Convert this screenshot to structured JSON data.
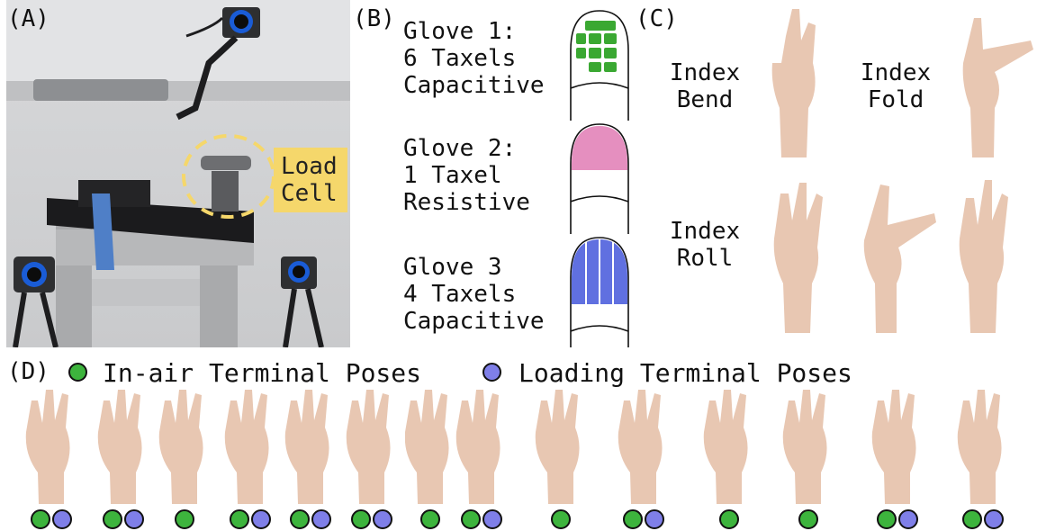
{
  "panels": {
    "a": {
      "label": "(A)",
      "load_cell_line1": "Load",
      "load_cell_line2": "Cell"
    },
    "b": {
      "label": "(B)",
      "gloves": [
        {
          "line1": "Glove 1:",
          "line2": "6 Taxels",
          "line3": "Capacitive",
          "color": "#3aa832"
        },
        {
          "line1": "Glove 2:",
          "line2": "1 Taxel",
          "line3": "Resistive",
          "color": "#e58fbf"
        },
        {
          "line1": "Glove 3",
          "line2": "4 Taxels",
          "line3": "Capacitive",
          "color": "#6070e0"
        }
      ]
    },
    "c": {
      "label": "(C)",
      "motions": [
        {
          "line1": "Index",
          "line2": "Bend"
        },
        {
          "line1": "Index",
          "line2": "Fold"
        },
        {
          "line1": "Index",
          "line2": "Roll"
        }
      ]
    },
    "d": {
      "label": "(D)",
      "legend": {
        "in_air": "In-air Terminal Poses",
        "loading": "Loading Terminal Poses",
        "in_air_color": "#3db43d",
        "loading_color": "#7f7fe8"
      }
    }
  },
  "icons": [
    "fingertip-taxel-icon",
    "hand-pose-icon",
    "camera-icon",
    "load-cell-icon"
  ]
}
